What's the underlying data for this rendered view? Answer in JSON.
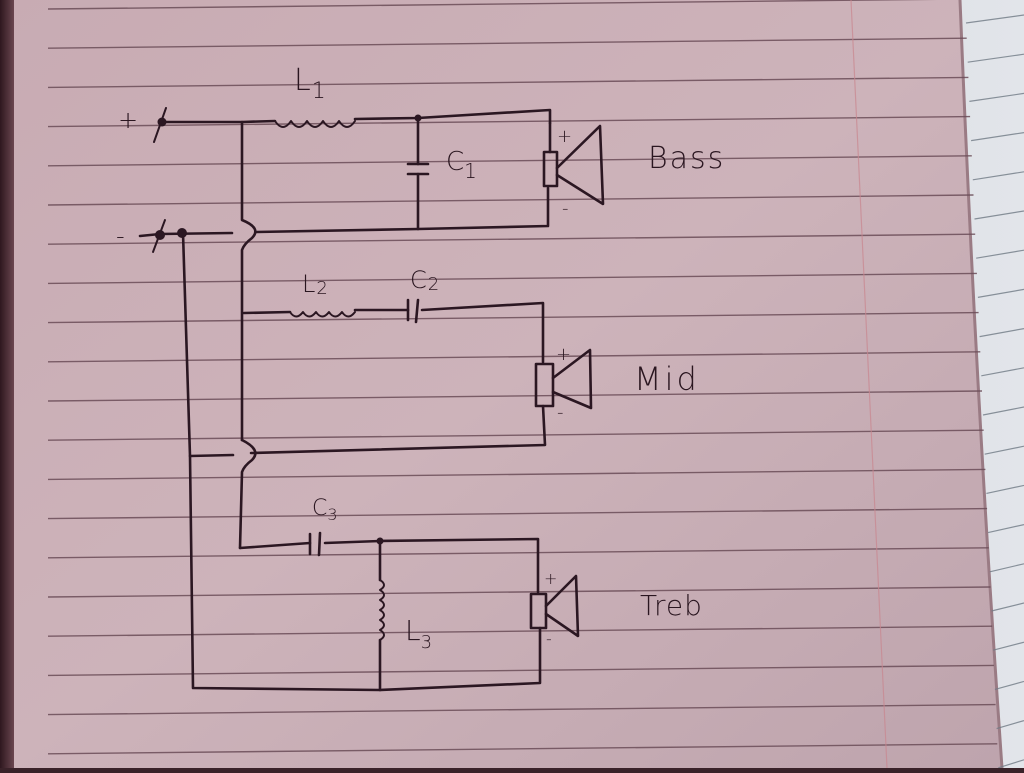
{
  "diagram": {
    "kind": "hand-drawn 3-way passive speaker crossover schematic on ruled notebook paper",
    "colors": {
      "paper": "#cdb0b7",
      "paper_shadow_left": "#4a2a33",
      "next_page": "#d9dce2",
      "ink": "#2b1722",
      "rule_line": "#6b4d58",
      "margin_line": "#c9868f"
    },
    "terminals": {
      "positive": "+",
      "negative": "-"
    },
    "components": {
      "L1": {
        "letter": "L",
        "sub": "1",
        "type": "inductor",
        "placement": "series, bass branch"
      },
      "C1": {
        "letter": "C",
        "sub": "1",
        "type": "capacitor",
        "placement": "shunt, bass branch"
      },
      "L2": {
        "letter": "L",
        "sub": "2",
        "type": "inductor",
        "placement": "series, mid branch"
      },
      "C2": {
        "letter": "C",
        "sub": "2",
        "type": "capacitor",
        "placement": "series, mid branch"
      },
      "C3": {
        "letter": "C",
        "sub": "3",
        "type": "capacitor",
        "placement": "series, treble branch"
      },
      "L3": {
        "letter": "L",
        "sub": "3",
        "type": "inductor",
        "placement": "shunt, treble branch"
      }
    },
    "speakers": [
      {
        "name": "bass",
        "label": "Bass",
        "plus": "+",
        "minus": "-"
      },
      {
        "name": "mid",
        "label": "Mid",
        "plus": "+",
        "minus": "-"
      },
      {
        "name": "treble",
        "label": "Treb",
        "plus": "+",
        "minus": "-"
      }
    ]
  }
}
